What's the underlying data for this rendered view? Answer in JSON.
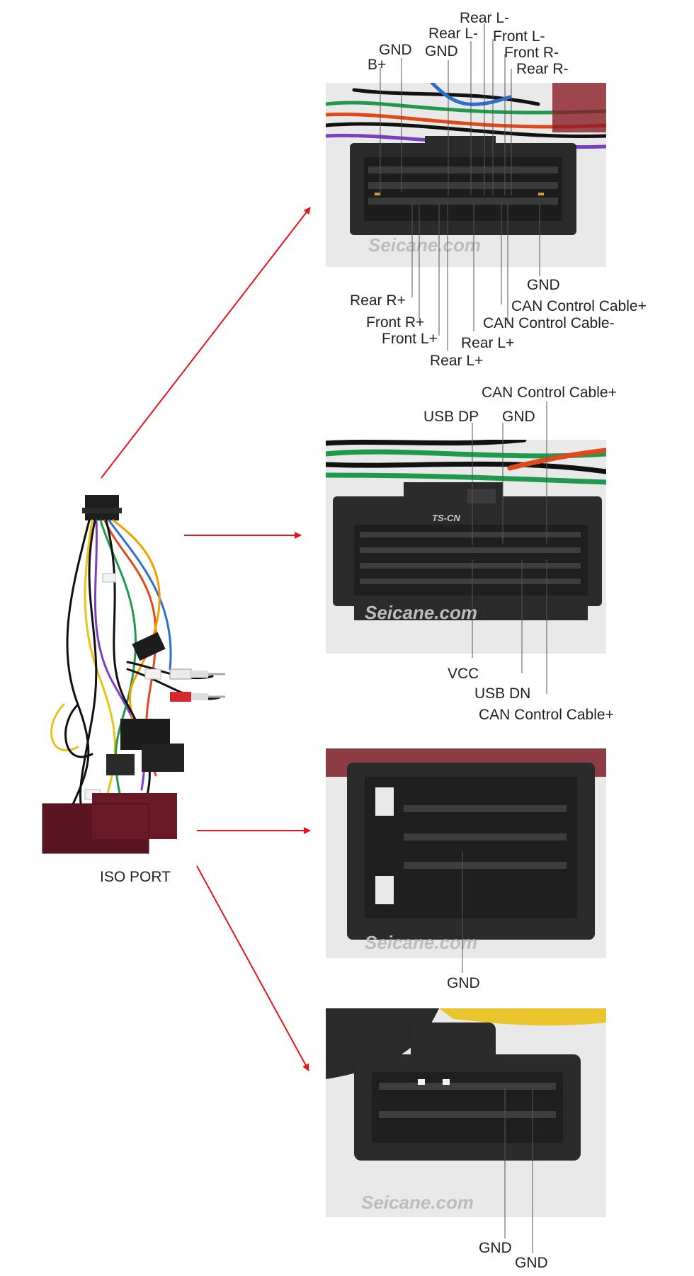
{
  "iso_port": {
    "label": "ISO PORT"
  },
  "watermark": "Seicane.com",
  "panels": [
    {
      "id": "panel-1",
      "top_labels": [
        "Rear L-",
        "Rear L-",
        "GND",
        "GND",
        "B+",
        "Front L-",
        "Front R-",
        "Rear R-"
      ],
      "bottom_labels": [
        "Rear R+",
        "Front R+",
        "Front L+",
        "Rear L+",
        "Rear L+",
        "GND",
        "CAN Control Cable+",
        "CAN Control Cable-"
      ]
    },
    {
      "id": "panel-2",
      "connector_marking": "TS-CN",
      "top_labels": [
        "CAN Control Cable+",
        "USB DP",
        "GND"
      ],
      "bottom_labels": [
        "VCC",
        "USB DN",
        "CAN Control Cable+"
      ]
    },
    {
      "id": "panel-3",
      "bottom_labels": [
        "GND"
      ]
    },
    {
      "id": "panel-4",
      "bottom_labels": [
        "GND",
        "GND"
      ]
    }
  ],
  "colors": {
    "arrow": "#e8141b",
    "leader": "#555555",
    "connector_body": "#2b2b2b",
    "photo_bg": "#e9e9ea"
  }
}
